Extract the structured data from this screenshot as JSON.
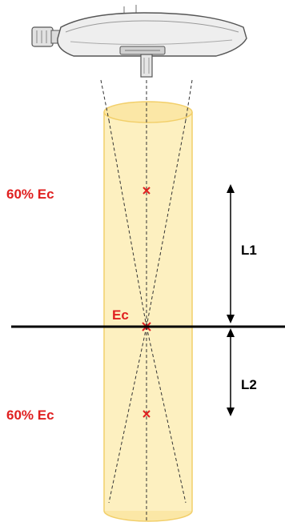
{
  "labels": {
    "upper_percentage": "60% Ec",
    "center": "Ec",
    "lower_percentage": "60% Ec",
    "distance_upper": "L1",
    "distance_lower": "L2"
  },
  "colors": {
    "accent_red": "#e02020",
    "beam_fill": "#fdf0c0",
    "beam_stroke": "#f2cf6a",
    "ink": "#000000",
    "lamp_body": "#eeeeee",
    "lamp_stroke": "#555555"
  }
}
